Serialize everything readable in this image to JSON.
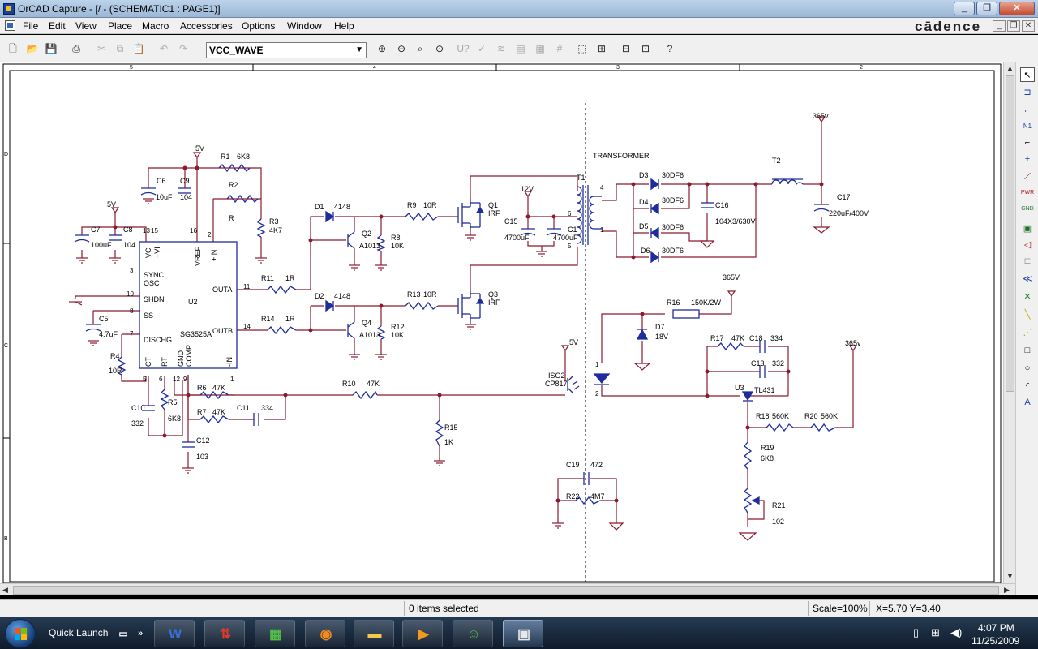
{
  "window": {
    "title": "OrCAD Capture - [/ - (SCHEMATIC1 : PAGE1)]"
  },
  "menubar": {
    "items": [
      "File",
      "Edit",
      "View",
      "Place",
      "Macro",
      "Accessories",
      "Options",
      "Window",
      "Help"
    ],
    "brand": "cādence"
  },
  "toolbar": {
    "net_select": "VCC_WAVE",
    "icons": [
      "new-icon",
      "open-icon",
      "save-icon",
      "print-icon",
      "cut-icon",
      "copy-icon",
      "paste-icon",
      "undo-icon",
      "redo-icon",
      "zoom-in-icon",
      "zoom-out-icon",
      "zoom-area-icon",
      "zoom-all-icon",
      "annotate-icon",
      "drc-icon",
      "netlist-icon",
      "crossref-icon",
      "bom-icon",
      "snap-to-grid-icon",
      "area-select-icon",
      "drag-connected-icon",
      "help-icon"
    ]
  },
  "border": {
    "columns": [
      "5",
      "4",
      "3",
      "2"
    ],
    "rows": [
      "D",
      "C",
      "B"
    ]
  },
  "schematic": {
    "labels": {
      "transformer": "TRANSFORMER",
      "t1": "T1",
      "t2": "T2",
      "v12": "12V",
      "v5a": "5V",
      "v5b": "5V",
      "v5c": "5V",
      "v365a": "365v",
      "v365b": "365V",
      "v365c": "365v",
      "r1": "R1",
      "r1v": "6K8",
      "r2": "R2",
      "r2v": "R",
      "r3": "R3",
      "r3v": "4K7",
      "c6": "C6",
      "c6v": "10uF",
      "c9": "C9",
      "c9v": "104",
      "c7": "C7",
      "c7v": "100uF",
      "c8": "C8",
      "c8v": "104",
      "c5": "C5",
      "c5v": "4.7uF",
      "r4": "R4",
      "r4v": "10R",
      "c10": "C10",
      "c10v": "332",
      "r5": "R5",
      "r5v": "6K8",
      "u2": "U2",
      "u2type": "SG3525A",
      "pin_vc": "VC",
      "pin_vi": "+VI",
      "pin_vref": "VREF",
      "pin_pin": "+IN",
      "pin_sync": "SYNC",
      "pin_osc": "OSC",
      "pin_shdn": "SHDN",
      "pin_ss": "SS",
      "pin_dischg": "DISCHG",
      "pin_outa": "OUTA",
      "pin_outb": "OUTB",
      "pin_ct": "CT",
      "pin_rt": "RT",
      "pin_gnd": "GND",
      "pin_comp": "COMP",
      "pin_in": "-IN",
      "n13": "13",
      "n15": "15",
      "n16": "16",
      "n2": "2",
      "n3": "3",
      "n10": "10",
      "n8": "8",
      "n7": "7",
      "n11": "11",
      "n14": "14",
      "n5": "5",
      "n6": "6",
      "n12": "12",
      "n9": "9",
      "n1": "1",
      "d1": "D1",
      "d1v": "4148",
      "d2": "D2",
      "d2v": "4148",
      "q2": "Q2",
      "q2v": "A1013",
      "q4": "Q4",
      "q4v": "A1013",
      "r8": "R8",
      "r8v": "10K",
      "r12": "R12",
      "r12v": "10K",
      "r9": "R9",
      "r9v": "10R",
      "r13": "R13",
      "r13v": "10R",
      "r11": "R11",
      "r11v": "1R",
      "r14": "R14",
      "r14v": "1R",
      "q1": "Q1",
      "q1v": "IRF",
      "q3": "Q3",
      "q3v": "IRF",
      "c15": "C15",
      "c15v": "4700uF",
      "c1x": "C1",
      "c1xv": "4700uF",
      "tp4": "4",
      "tp6": "6",
      "tp5": "5",
      "tp1": "1",
      "d3": "D3",
      "d3v": "30DF6",
      "d4": "D4",
      "d4v": "30DF6",
      "d5": "D5",
      "d5v": "30DF6",
      "d6": "D6",
      "d6v": "30DF6",
      "c16": "C16",
      "c16v": "104X3/630V",
      "c17": "C17",
      "c17v": "220uF/400V",
      "r16": "R16",
      "r16v": "150K/2W",
      "d7": "D7",
      "d7v": "18V",
      "iso2": "ISO2",
      "iso2v": "CP817",
      "iso_p1": "1",
      "iso_p2": "2",
      "r17": "R17",
      "r17v": "47K",
      "c18": "C18",
      "c18v": "334",
      "c13": "C13",
      "c13v": "332",
      "u3": "U3",
      "u3v": "TL431",
      "r18": "R18",
      "r18v": "560K",
      "r20": "R20",
      "r20v": "560K",
      "r19": "R19",
      "r19v": "6K8",
      "r21": "R21",
      "r21v": "102",
      "r6": "R6",
      "r6v": "47K",
      "r7": "R7",
      "r7v": "47K",
      "c11": "C11",
      "c11v": "334",
      "c12": "C12",
      "c12v": "103",
      "r10": "R10",
      "r10v": "47K",
      "r15": "R15",
      "r15v": "1K",
      "c19": "C19",
      "c19v": "472",
      "r22": "R22",
      "r22v": "4M7"
    }
  },
  "status": {
    "selection": "0 items selected",
    "scale": "Scale=100%",
    "coords": "X=5.70  Y=3.40"
  },
  "taskbar": {
    "quick_launch": "Quick Launch",
    "time": "4:07 PM",
    "date": "11/25/2009"
  },
  "colors": {
    "wire": "#8b1a2e",
    "component": "#1f2d9c",
    "text": "#000000",
    "canvas": "#ffffff"
  }
}
